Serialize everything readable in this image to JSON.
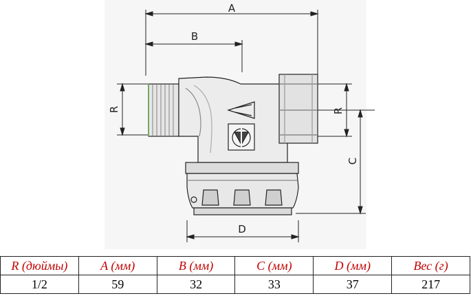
{
  "drawing": {
    "dim_labels": {
      "a": "A",
      "b": "B",
      "c": "C",
      "d": "D",
      "r_left": "R",
      "r_right": "R"
    }
  },
  "table": {
    "headers": [
      "R (дюймы)",
      "A (мм)",
      "B (мм)",
      "C (мм)",
      "D (мм)",
      "Вес (г)"
    ],
    "values": [
      "1/2",
      "59",
      "32",
      "33",
      "37",
      "217"
    ]
  }
}
